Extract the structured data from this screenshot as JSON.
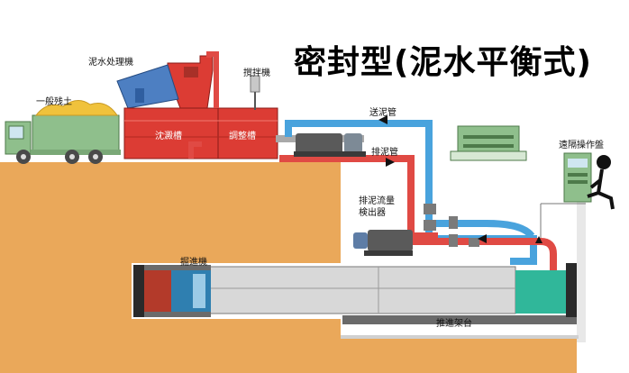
{
  "title": "密封型(泥水平衡式)",
  "labels": {
    "mud_processor": "泥水处理機",
    "soil": "一般残土",
    "settling_tank": "沈澱槽",
    "adjust_tank": "調整槽",
    "agitator": "撹拌機",
    "feed_pipe": "送泥管",
    "discharge_pipe": "排泥管",
    "flow_detector_line1": "排泥流量",
    "flow_detector_line2": "検出器",
    "remote_panel": "遠隔操作盤",
    "shield_machine": "掘進機",
    "jacking_frame": "推進架台"
  },
  "colors": {
    "ground": "#eaa85a",
    "tank_red": "#dc3c34",
    "pipe_blue": "#49a3dd",
    "pipe_red": "#e04a44",
    "truck_green": "#8fbf8c",
    "soil_yellow": "#f0c23c",
    "pipe_gray": "#a9a9a9"
  },
  "icons": [
    "arrow-left-icon",
    "arrow-right-icon",
    "arrow-up-icon",
    "operator-icon"
  ]
}
